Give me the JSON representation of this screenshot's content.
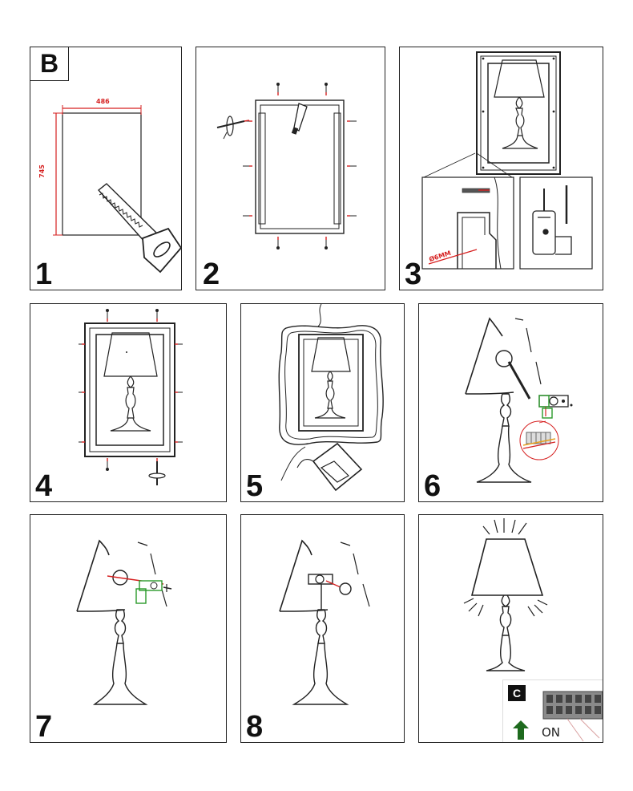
{
  "section_label": "B",
  "steps": [
    {
      "number": "1",
      "dim_width": "486",
      "dim_height": "745"
    },
    {
      "number": "2"
    },
    {
      "number": "3",
      "drill_depth": "Ø6MM"
    },
    {
      "number": "4"
    },
    {
      "number": "5"
    },
    {
      "number": "6"
    },
    {
      "number": "7"
    },
    {
      "number": "8"
    }
  ],
  "final": {
    "badge": "C",
    "switch_label": "ON"
  },
  "colors": {
    "line": "#222222",
    "dimension": "#d62020",
    "connector": "#2a9a2a"
  }
}
